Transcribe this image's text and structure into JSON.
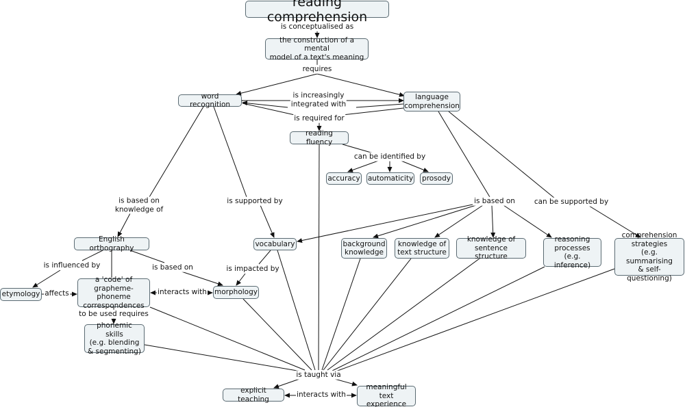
{
  "nodes": {
    "reading_comprehension": "reading comprehension",
    "mental_model": "the construction of a mental\nmodel of a text's meaning",
    "word_recognition": "word recognition",
    "language_comprehension": "language\ncomprehension",
    "reading_fluency": "reading fluency",
    "accuracy": "accuracy",
    "automaticity": "automaticity",
    "prosody": "prosody",
    "english_orthography": "English orthography",
    "vocabulary": "vocabulary",
    "background_knowledge": "background\nknowledge",
    "knowledge_text_structure": "knowledge of\ntext structure",
    "knowledge_sentence_structure": "knowledge of\nsentence structure",
    "reasoning_processes": "reasoning\nprocesses\n(e.g. inference)",
    "comprehension_strategies": "comprehension\nstrategies\n(e.g. summarising\n& self-questioning)",
    "etymology": "etymology",
    "code": "a 'code' of\ngrapheme-phoneme\ncorrespondences",
    "morphology": "morphology",
    "phonemic_skills": "phonemic skills\n(e.g. blending\n& segmenting)",
    "explicit_teaching": "explicit teaching",
    "meaningful_text": "meaningful\ntext experience"
  },
  "links": {
    "is_conceptualised_as": "is conceptualised as",
    "requires": "requires",
    "is_increasingly_integrated_with": "is increasingly\nintegrated with",
    "is_required_for": "is required for",
    "can_be_identified_by": "can be identified by",
    "is_based_on_knowledge_of": "is based on\nknowledge of",
    "is_supported_by": "is supported by",
    "is_based_on": "is based on",
    "can_be_supported_by": "can be supported by",
    "is_influenced_by": "is influenced by",
    "is_based_on_2": "is based on",
    "is_impacted_by": "is impacted by",
    "affects": "affects",
    "interacts_with": "interacts with",
    "to_be_used_requires": "to be used requires",
    "is_taught_via": "is taught via",
    "interacts_with_2": "interacts with"
  }
}
